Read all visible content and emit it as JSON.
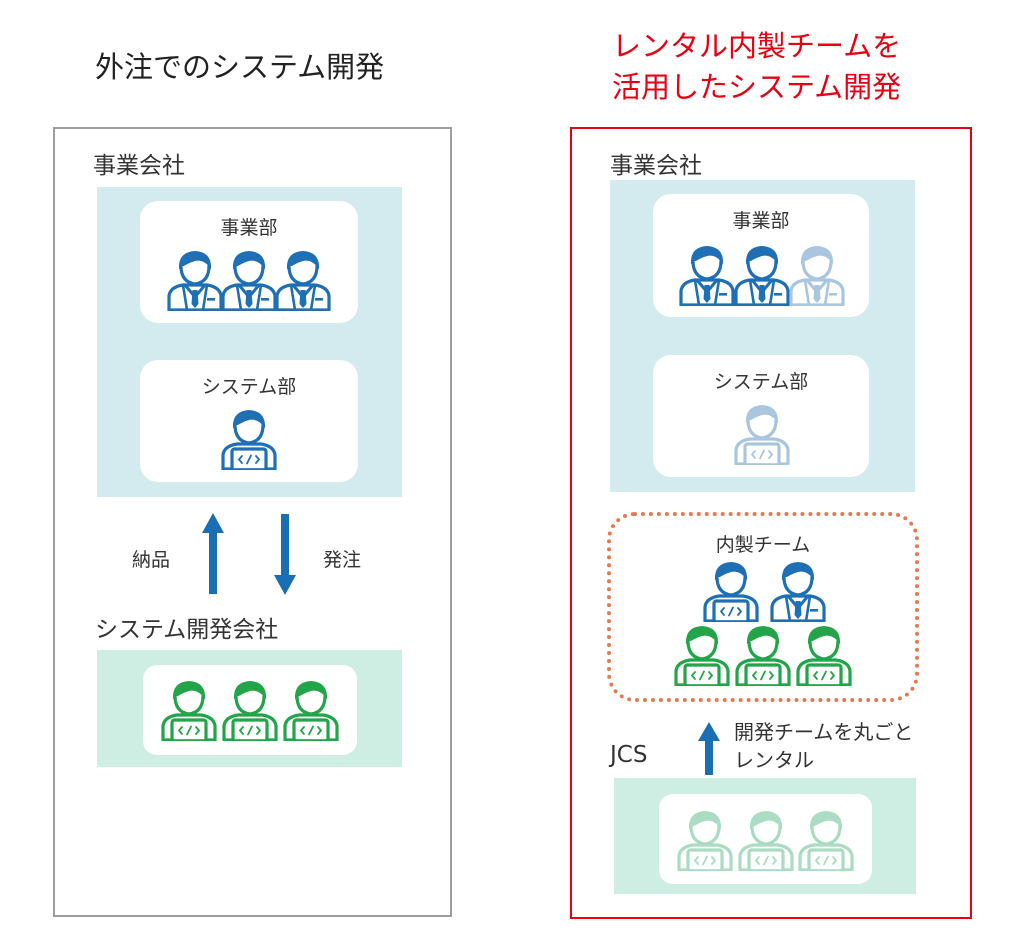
{
  "colors": {
    "business_blue": "#1f6fb5",
    "business_blue_faded": "#a9c6de",
    "developer_green": "#22a548",
    "developer_green_faded": "#a9dcc2",
    "panel_blue": "#d3ebef",
    "panel_green": "#cfeee3",
    "frame_red": "#e60012",
    "dotted_orange": "#e57950",
    "arrow_blue": "#1a6eb3"
  },
  "left": {
    "title": "外注でのシステム開発",
    "client_company": {
      "label": "事業会社",
      "business_dept": {
        "label": "事業部",
        "people": [
          "businessman-icon",
          "businessman-icon",
          "businessman-icon"
        ]
      },
      "system_dept": {
        "label": "システム部",
        "people": [
          "developer-icon"
        ]
      }
    },
    "flow": {
      "delivery_label": "納品",
      "order_label": "発注"
    },
    "vendor_company": {
      "label": "システム開発会社",
      "people": [
        "developer-icon",
        "developer-icon",
        "developer-icon"
      ]
    }
  },
  "right": {
    "title_line1": "レンタル内製チームを",
    "title_line2": "活用したシステム開発",
    "client_company": {
      "label": "事業会社",
      "business_dept": {
        "label": "事業部"
      },
      "system_dept": {
        "label": "システム部"
      }
    },
    "inhouse_team": {
      "label": "内製チーム"
    },
    "rental_label_line1": "開発チームを丸ごと",
    "rental_label_line2": "レンタル",
    "vendor": {
      "label": "JCS"
    }
  }
}
